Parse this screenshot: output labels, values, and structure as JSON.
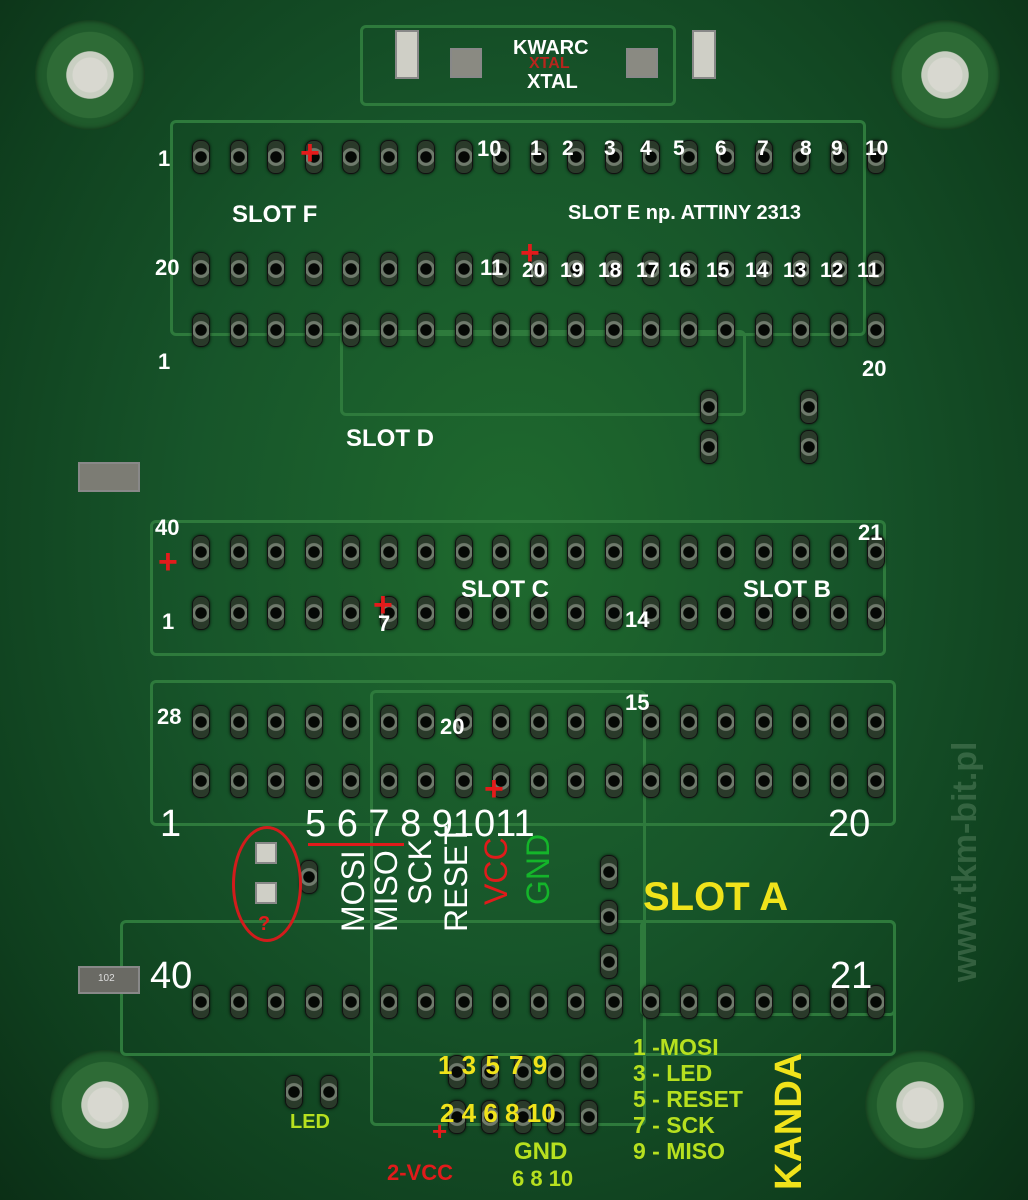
{
  "board": {
    "crystal": {
      "kwarc": "KWARC",
      "xtal_red": "XTAL",
      "xtal": "XTAL"
    },
    "slot_f": {
      "title": "SLOT  F",
      "pin1": "1",
      "pin20": "20",
      "pin10": "10",
      "pin11": "11"
    },
    "slot_e": {
      "title": "SLOT  E  np. ATTINY 2313",
      "top_pins": [
        "1",
        "2",
        "3",
        "4",
        "5",
        "6",
        "7",
        "8",
        "9",
        "10"
      ],
      "bottom_pins": [
        "20",
        "19",
        "18",
        "17",
        "16",
        "15",
        "14",
        "13",
        "12",
        "11"
      ]
    },
    "slot_d": {
      "title": "SLOT  D",
      "pin1": "1",
      "pin20": "20"
    },
    "slot_c": {
      "title": "SLOT  C",
      "pin40": "40",
      "pin1": "1",
      "pin7": "7",
      "pin14": "14",
      "pin15": "15",
      "pin21": "21"
    },
    "slot_b": {
      "title": "SLOT  B"
    },
    "slot_a": {
      "title": "SLOT  A",
      "pin28": "28",
      "pin20_top": "20",
      "pin1": "1",
      "pin20": "20",
      "pin40": "40",
      "pin21": "21",
      "pin_numbers": "5 6 7 8 91011",
      "signals": [
        {
          "name": "MOSI",
          "color": "#ffffff"
        },
        {
          "name": "MISO",
          "color": "#ffffff"
        },
        {
          "name": "SCK",
          "color": "#ffffff"
        },
        {
          "name": "RESET",
          "color": "#ffffff"
        },
        {
          "name": "VCC",
          "color": "#e01b1b"
        },
        {
          "name": "GND",
          "color": "#14b52a"
        }
      ],
      "question": "?"
    },
    "kanda": {
      "title": "KANDA",
      "header_top": "1 3 5 7 9",
      "header_bottom": "2 4 6 8 10",
      "led": "LED",
      "vcc": "2-VCC",
      "gnd": "GND",
      "gnd_pins": "6 8 10",
      "legend": [
        "1 -MOSI",
        "3 - LED",
        "5 - RESET",
        "7 - SCK",
        "9 - MISO"
      ]
    },
    "watermark": "www.tkm-bit.pl",
    "smd_label": "102"
  }
}
